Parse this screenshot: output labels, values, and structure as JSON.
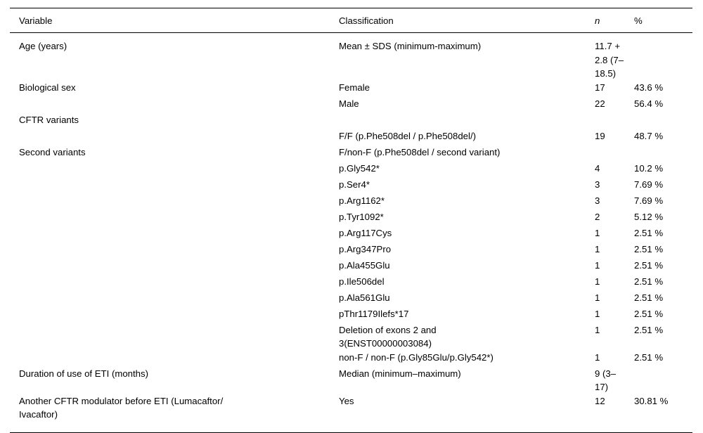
{
  "table": {
    "columns": [
      {
        "key": "variable",
        "label": "Variable",
        "italic": false
      },
      {
        "key": "classification",
        "label": "Classification",
        "italic": false
      },
      {
        "key": "n",
        "label": "n",
        "italic": true
      },
      {
        "key": "percent",
        "label": "%",
        "italic": false
      }
    ],
    "rows": [
      {
        "variable": "Age (years)",
        "classification": "Mean ± SDS (minimum-maximum)",
        "n": "11.7 + 2.8 (7–",
        "n_line2": "18.5)",
        "percent": ""
      },
      {
        "variable": "Biological sex",
        "classification": "Female",
        "n": "17",
        "percent": "43.6 %"
      },
      {
        "variable": "",
        "classification": "Male",
        "n": "22",
        "percent": "56.4 %"
      },
      {
        "variable": "CFTR variants",
        "classification": "",
        "n": "",
        "percent": ""
      },
      {
        "variable": "",
        "classification": "F/F (p.Phe508del / p.Phe508del/)",
        "n": "19",
        "percent": "48.7 %"
      },
      {
        "variable": "Second variants",
        "classification": "F/non-F (p.Phe508del / second variant)",
        "n": "",
        "percent": ""
      },
      {
        "variable": "",
        "classification": "p.Gly542*",
        "n": "4",
        "percent": "10.2 %"
      },
      {
        "variable": "",
        "classification": "p.Ser4*",
        "n": "3",
        "percent": "7.69 %"
      },
      {
        "variable": "",
        "classification": "p.Arg1162*",
        "n": "3",
        "percent": "7.69 %"
      },
      {
        "variable": "",
        "classification": "p.Tyr1092*",
        "n": "2",
        "percent": "5.12 %"
      },
      {
        "variable": "",
        "classification": "p.Arg117Cys",
        "n": "1",
        "percent": "2.51 %"
      },
      {
        "variable": "",
        "classification": "p.Arg347Pro",
        "n": "1",
        "percent": "2.51 %"
      },
      {
        "variable": "",
        "classification": "p.Ala455Glu",
        "n": "1",
        "percent": "2.51 %"
      },
      {
        "variable": "",
        "classification": "p.Ile506del",
        "n": "1",
        "percent": "2.51 %"
      },
      {
        "variable": "",
        "classification": "p.Ala561Glu",
        "n": "1",
        "percent": "2.51 %"
      },
      {
        "variable": "",
        "classification": "pThr1179Ilefs*17",
        "n": "1",
        "percent": "2.51 %"
      },
      {
        "variable": "",
        "classification": "Deletion of exons 2 and",
        "classification_line2": "3(ENST00000003084)",
        "n": "1",
        "percent": "2.51 %"
      },
      {
        "variable": "",
        "classification": "non-F / non-F (p.Gly85Glu/p.Gly542*)",
        "n": "1",
        "percent": "2.51 %"
      },
      {
        "variable": "Duration of use of ETI (months)",
        "classification": "Median (minimum–maximum)",
        "n": "9 (3–17)",
        "percent": ""
      },
      {
        "variable": "Another CFTR modulator before ETI (Lumacaftor/",
        "variable_line2": "Ivacaftor)",
        "classification": "Yes",
        "n": "12",
        "percent": "30.81 %"
      }
    ]
  }
}
